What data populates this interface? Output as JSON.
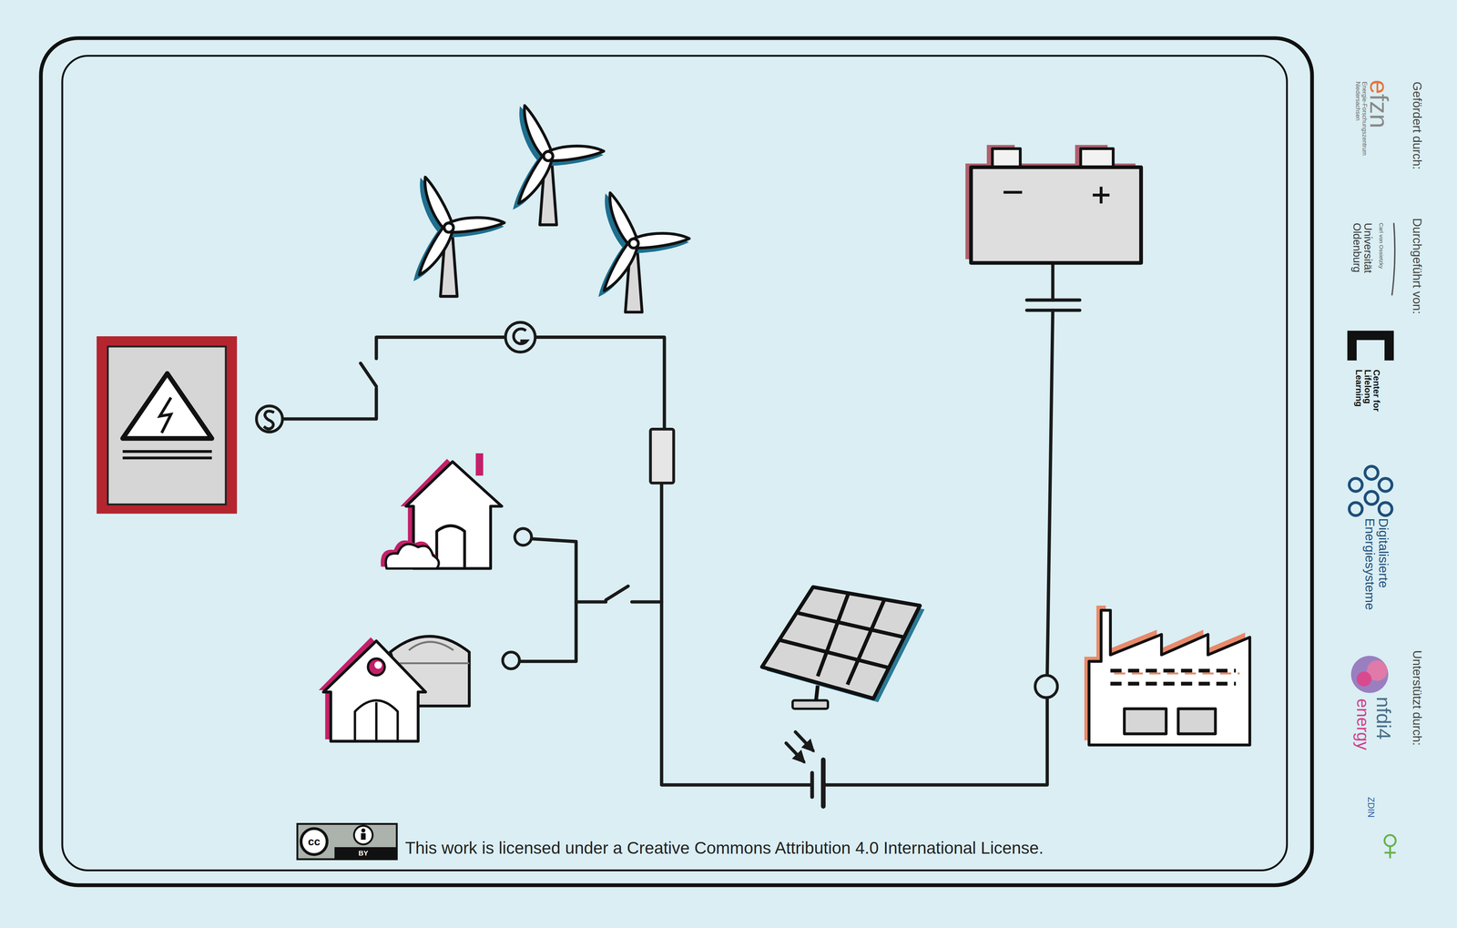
{
  "diagram": {
    "labels": [
      "This work is licensed under a Creative Commons Attribution 4.0 International License.",
      "cc",
      "BY",
      "Gefördert durch:",
      "efzn",
      "Energie-Forschungszentrum Niedersachsen",
      "Durchgeführt von:",
      "Carl von Ossietzky",
      "Universität Oldenburg",
      "Center for Lifelong Learning",
      "Digitalisierte Energiesysteme",
      "Unterstützt durch:",
      "nfdi4",
      "energy",
      "ZDIN"
    ]
  }
}
